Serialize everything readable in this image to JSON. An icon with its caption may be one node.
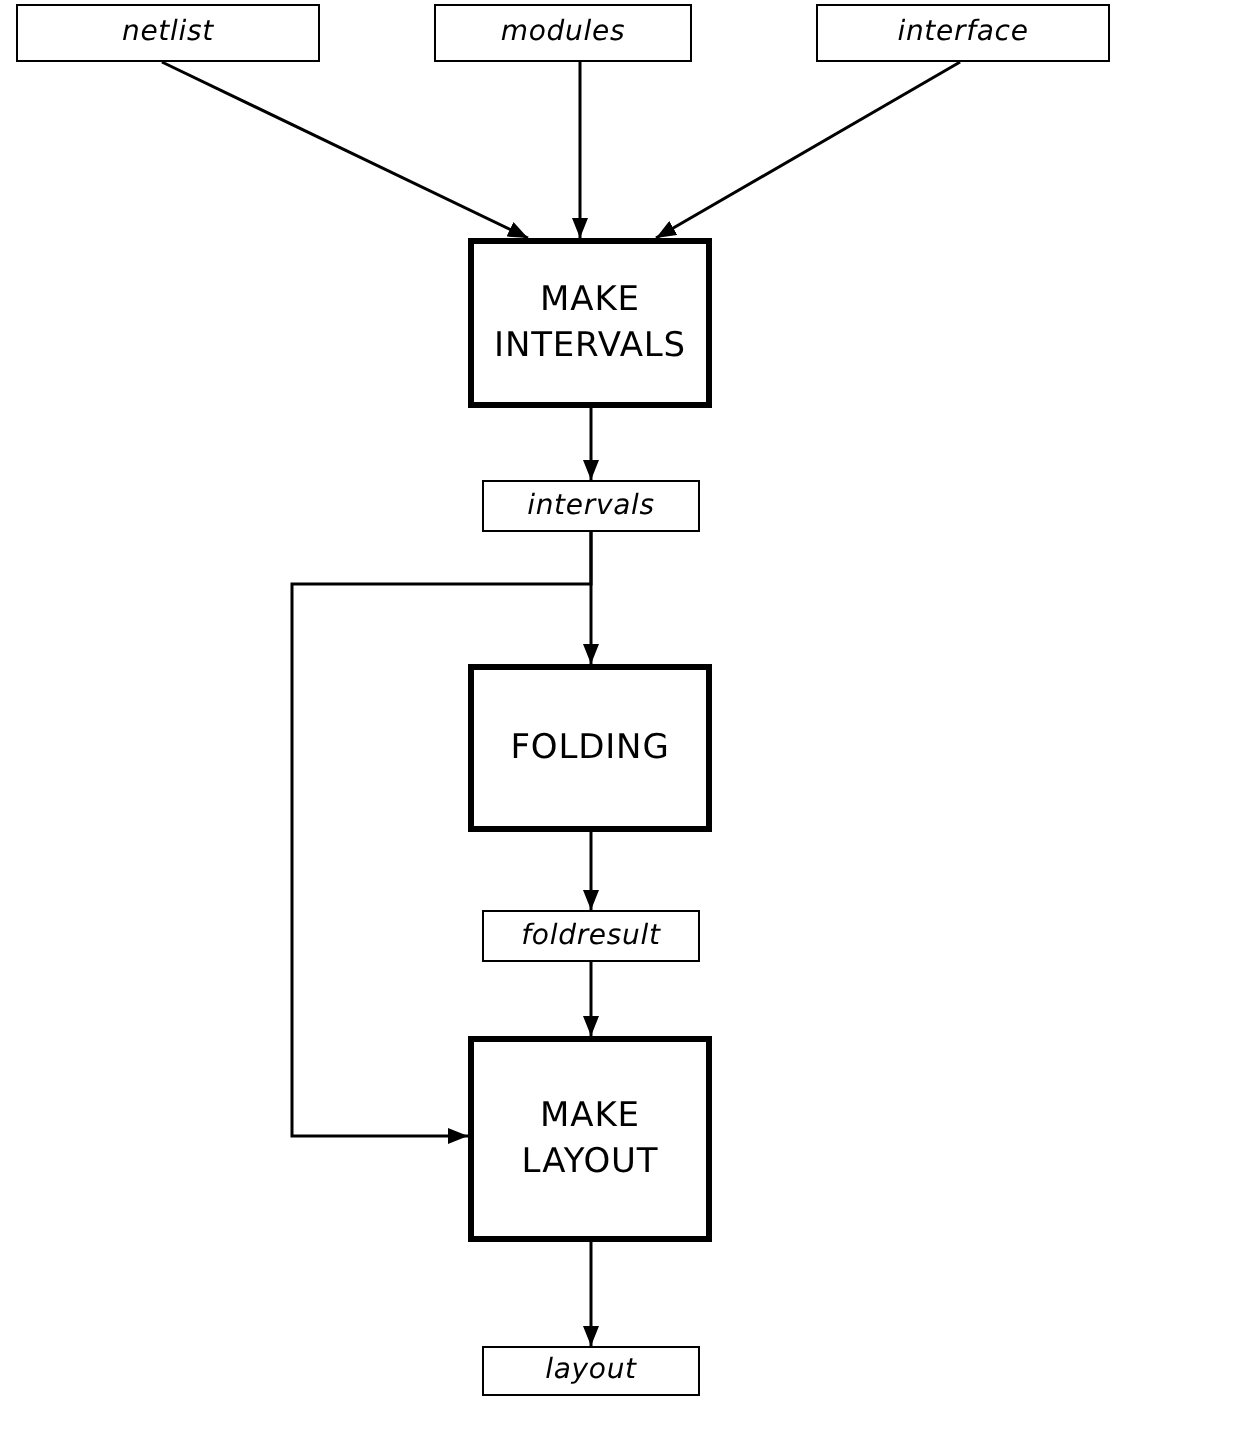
{
  "diagram": {
    "nodes": [
      {
        "text": [
          "netlist"
        ]
      },
      {
        "text": [
          "modules"
        ]
      },
      {
        "text": [
          "interface"
        ]
      },
      {
        "text": [
          "MAKE INTERVALS"
        ]
      },
      {
        "text": [
          "intervals"
        ]
      },
      {
        "text": [
          "FOLDING"
        ]
      },
      {
        "text": [
          "foldresult"
        ]
      },
      {
        "text": [
          "MAKE LAYOUT"
        ]
      },
      {
        "text": [
          "layout"
        ]
      }
    ],
    "edges": [
      {
        "from": 0,
        "to": 3,
        "arrow": "to"
      },
      {
        "from": 1,
        "to": 3,
        "arrow": "to"
      },
      {
        "from": 2,
        "to": 3,
        "arrow": "to"
      },
      {
        "from": 3,
        "to": 4,
        "arrow": "to"
      },
      {
        "from": 4,
        "to": 5,
        "arrow": "to"
      },
      {
        "from": 4,
        "to": 7,
        "arrow": "to"
      },
      {
        "from": 5,
        "to": 6,
        "arrow": "to"
      },
      {
        "from": 6,
        "to": 7,
        "arrow": "to"
      },
      {
        "from": 7,
        "to": 8,
        "arrow": "to"
      }
    ]
  }
}
